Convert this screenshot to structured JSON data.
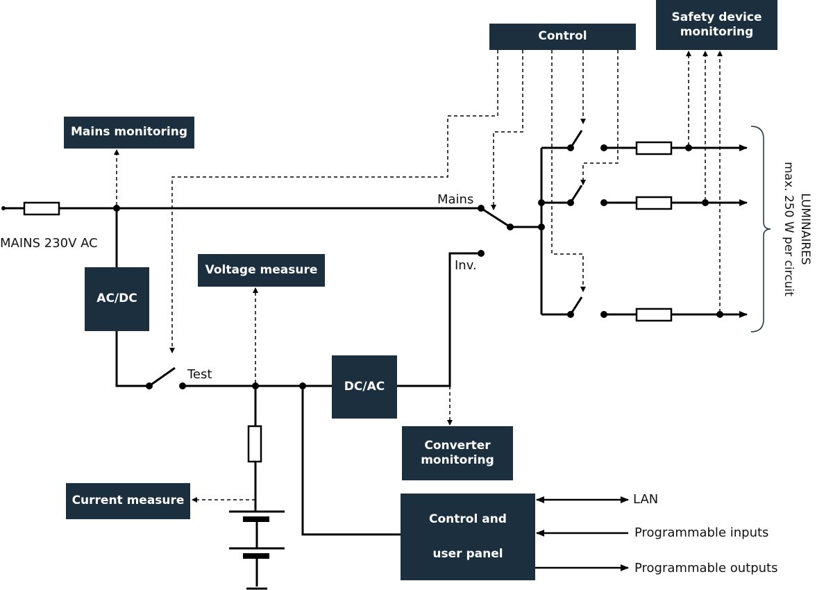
{
  "boxes": {
    "control": "Control",
    "safety": "Safety device monitoring",
    "mains_monitoring": "Mains monitoring",
    "acdc": "AC/DC",
    "voltage_measure": "Voltage measure",
    "dcac": "DC/AC",
    "converter_monitoring": "Converter monitoring",
    "current_measure": "Current measure",
    "control_panel_line1": "Control and",
    "control_panel_line2": "user panel"
  },
  "labels": {
    "mains_input": "MAINS 230V AC",
    "mains": "Mains",
    "inv": "Inv.",
    "test": "Test",
    "luminaires": "LUMINAIRES",
    "luminaires_note": "max. 250 W per circuit",
    "lan": "LAN",
    "prog_inputs": "Programmable inputs",
    "prog_outputs": "Programmable outputs"
  },
  "colors": {
    "box": "#1b2f3e",
    "line": "#000000"
  }
}
